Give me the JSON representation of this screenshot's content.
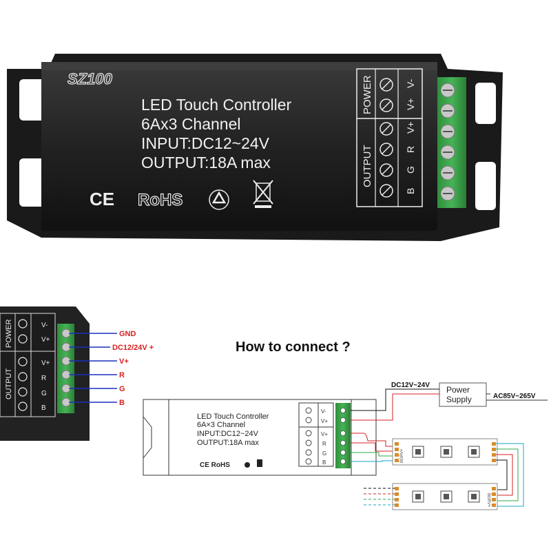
{
  "product": {
    "model": "SZ100",
    "title_line1": "LED Touch Controller",
    "title_line2": "6Ax3 Channel",
    "title_line3": "INPUT:DC12~24V",
    "title_line4": "OUTPUT:18A max",
    "cert_ce": "CE",
    "cert_rohs": "RoHS",
    "terminal_power": "POWER",
    "terminal_output": "OUTPUT",
    "pin_vplus": "V+",
    "pin_vminus": "V-",
    "pin_r": "R",
    "pin_g": "G",
    "pin_b": "B"
  },
  "wiring_labels": {
    "gnd": "GND",
    "dc": "DC12/24V +",
    "vplus": "V+",
    "r": "R",
    "g": "G",
    "b": "B"
  },
  "diagram": {
    "heading": "How to connect ?",
    "ctl_line1": "LED Touch Controller",
    "ctl_line2": "6A×3 Channel",
    "ctl_line3": "INPUT:DC12~24V",
    "ctl_line4": "OUTPUT:18A max",
    "ctl_cert": "CE RoHS",
    "psu_input": "DC12V~24V",
    "psu_label_line1": "Power",
    "psu_label_line2": "Supply",
    "ac_label": "AC85V~265V",
    "strip_pins": "BGRV+"
  },
  "colors": {
    "housing": "#2a2a2a",
    "terminal_green": "#3aa64a",
    "wire_red": "#d42020",
    "wire_blue": "#1a2fbf",
    "strip": "#ffffff"
  }
}
